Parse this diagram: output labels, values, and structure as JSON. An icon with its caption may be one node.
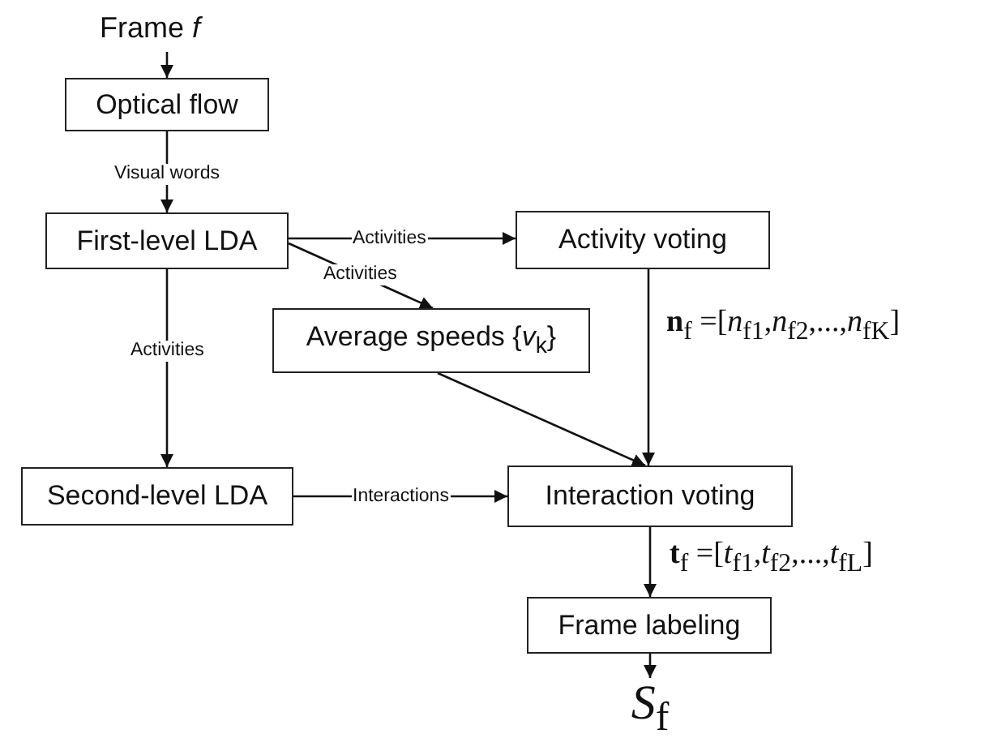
{
  "diagram": {
    "nodes": [
      {
        "text": [
          "Frame *f*"
        ]
      },
      {
        "text": [
          "Optical flow"
        ]
      },
      {
        "text": [
          "First-level LDA"
        ]
      },
      {
        "text": [
          "Activity voting"
        ]
      },
      {
        "text": [
          "Average speeds {*v*$_{k}$}"
        ]
      },
      {
        "text": [
          "Second-level LDA"
        ]
      },
      {
        "text": [
          "Interaction voting"
        ]
      },
      {
        "text": [
          "Frame labeling"
        ]
      },
      {
        "text": [
          "*S*$_{f}$"
        ]
      }
    ],
    "edges": [
      {
        "from": 0,
        "to": 1,
        "arrow": "to"
      },
      {
        "from": 1,
        "to": 2,
        "arrow": "to",
        "label": "Visual words"
      },
      {
        "from": 2,
        "to": 3,
        "arrow": "to",
        "label": "Activities"
      },
      {
        "from": 2,
        "to": 4,
        "arrow": "to",
        "label": "Activities"
      },
      {
        "from": 2,
        "to": 5,
        "arrow": "to",
        "label": "Activities"
      },
      {
        "from": 3,
        "to": 6,
        "arrow": "to",
        "label": "**n**$_{f}$ =[*n*$_{f1}$,*n*$_{f2}$,...,*n*$_{fK}$]"
      },
      {
        "from": 4,
        "to": 6,
        "arrow": "to"
      },
      {
        "from": 5,
        "to": 6,
        "arrow": "to",
        "label": "Interactions"
      },
      {
        "from": 6,
        "to": 7,
        "arrow": "to",
        "label": "**t**$_{f}$ =[*t*$_{f1}$,*t*$_{f2}$,...,*t*$_{fL}$]"
      },
      {
        "from": 7,
        "to": 8,
        "arrow": "to"
      }
    ]
  }
}
